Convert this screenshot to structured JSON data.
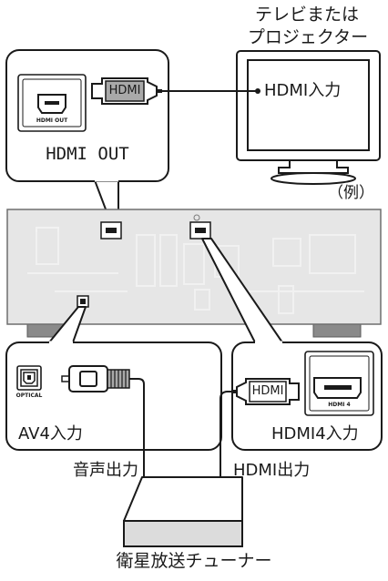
{
  "diagram": {
    "tv_label_line1": "テレビまたは",
    "tv_label_line2": "プロジェクター",
    "tv_input_label": "HDMI入力",
    "out_box_title": "HDMI OUT",
    "out_port_caption": "HDMI OUT",
    "hdmi_plug_text": "HDMI",
    "example_label": "（例）",
    "av4_box_title": "AV4入力",
    "optical_caption": "OPTICAL",
    "hdmi4_box_title": "HDMI4入力",
    "hdmi4_port_caption": "HDMI 4",
    "audio_out_label": "音声出力",
    "hdmi_out_label": "HDMI出力",
    "tuner_label": "衛星放送チューナー"
  },
  "colors": {
    "line": "#1a1a1a",
    "receiver_panel": "#e6e6e6",
    "feet": "#8a8a8a",
    "plug_gray": "#a9a9a9",
    "tuner_front": "#dcdcdc"
  }
}
